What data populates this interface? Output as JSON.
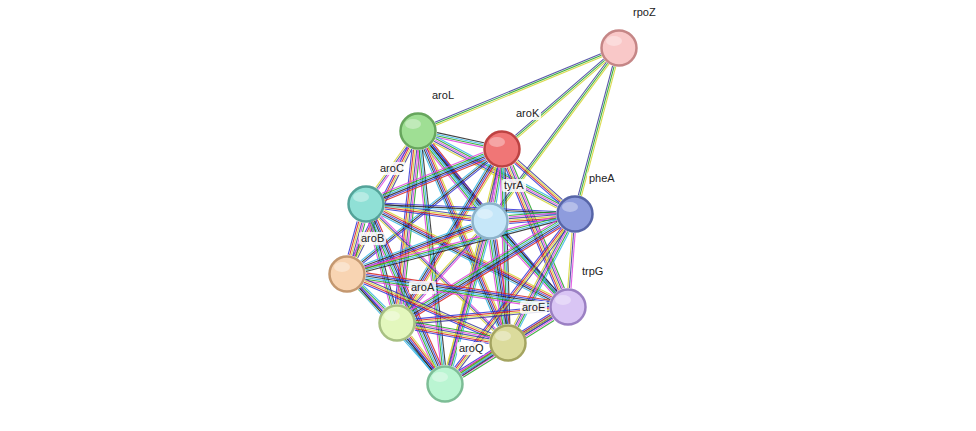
{
  "diagram": {
    "nodes": [
      {
        "text": [
          "rpoZ"
        ]
      },
      {
        "text": [
          "aroL"
        ]
      },
      {
        "text": [
          "aroK"
        ]
      },
      {
        "text": [
          "aroC"
        ]
      },
      {
        "text": [
          "tyrA"
        ]
      },
      {
        "text": [
          "pheA"
        ]
      },
      {
        "text": [
          "aroB"
        ]
      },
      {
        "text": [
          "trpG"
        ]
      },
      {
        "text": [
          "aroA"
        ]
      },
      {
        "text": [
          "aroE"
        ]
      },
      {
        "text": [
          "aroQ"
        ]
      }
    ],
    "edges": [
      {
        "from": 0,
        "to": 1,
        "arrow": "none"
      },
      {
        "from": 0,
        "to": 2,
        "arrow": "none"
      },
      {
        "from": 0,
        "to": 4,
        "arrow": "none"
      },
      {
        "from": 0,
        "to": 5,
        "arrow": "none"
      },
      {
        "from": 1,
        "to": 2,
        "arrow": "none"
      },
      {
        "from": 1,
        "to": 3,
        "arrow": "none"
      },
      {
        "from": 1,
        "to": 4,
        "arrow": "none"
      },
      {
        "from": 1,
        "to": 5,
        "arrow": "none"
      },
      {
        "from": 1,
        "to": 6,
        "arrow": "none"
      },
      {
        "from": 1,
        "to": 7,
        "arrow": "none"
      },
      {
        "from": 1,
        "to": 8,
        "arrow": "none"
      },
      {
        "from": 1,
        "to": 9,
        "arrow": "none"
      },
      {
        "from": 1,
        "to": 10,
        "arrow": "none"
      },
      {
        "from": 2,
        "to": 3,
        "arrow": "none"
      },
      {
        "from": 2,
        "to": 4,
        "arrow": "none"
      },
      {
        "from": 2,
        "to": 5,
        "arrow": "none"
      },
      {
        "from": 2,
        "to": 6,
        "arrow": "none"
      },
      {
        "from": 2,
        "to": 7,
        "arrow": "none"
      },
      {
        "from": 2,
        "to": 8,
        "arrow": "none"
      },
      {
        "from": 2,
        "to": 9,
        "arrow": "none"
      },
      {
        "from": 2,
        "to": 10,
        "arrow": "none"
      },
      {
        "from": 3,
        "to": 4,
        "arrow": "none"
      },
      {
        "from": 3,
        "to": 5,
        "arrow": "none"
      },
      {
        "from": 3,
        "to": 6,
        "arrow": "none"
      },
      {
        "from": 3,
        "to": 7,
        "arrow": "none"
      },
      {
        "from": 3,
        "to": 8,
        "arrow": "none"
      },
      {
        "from": 3,
        "to": 9,
        "arrow": "none"
      },
      {
        "from": 3,
        "to": 10,
        "arrow": "none"
      },
      {
        "from": 4,
        "to": 5,
        "arrow": "none"
      },
      {
        "from": 4,
        "to": 6,
        "arrow": "none"
      },
      {
        "from": 4,
        "to": 7,
        "arrow": "none"
      },
      {
        "from": 4,
        "to": 8,
        "arrow": "none"
      },
      {
        "from": 4,
        "to": 9,
        "arrow": "none"
      },
      {
        "from": 4,
        "to": 10,
        "arrow": "none"
      },
      {
        "from": 5,
        "to": 6,
        "arrow": "none"
      },
      {
        "from": 5,
        "to": 7,
        "arrow": "none"
      },
      {
        "from": 5,
        "to": 8,
        "arrow": "none"
      },
      {
        "from": 5,
        "to": 9,
        "arrow": "none"
      },
      {
        "from": 5,
        "to": 10,
        "arrow": "none"
      },
      {
        "from": 6,
        "to": 7,
        "arrow": "none"
      },
      {
        "from": 6,
        "to": 8,
        "arrow": "none"
      },
      {
        "from": 6,
        "to": 9,
        "arrow": "none"
      },
      {
        "from": 6,
        "to": 10,
        "arrow": "none"
      },
      {
        "from": 7,
        "to": 8,
        "arrow": "none"
      },
      {
        "from": 7,
        "to": 9,
        "arrow": "none"
      },
      {
        "from": 7,
        "to": 10,
        "arrow": "none"
      },
      {
        "from": 8,
        "to": 9,
        "arrow": "none"
      },
      {
        "from": 8,
        "to": 10,
        "arrow": "none"
      },
      {
        "from": 9,
        "to": 10,
        "arrow": "none"
      }
    ]
  }
}
